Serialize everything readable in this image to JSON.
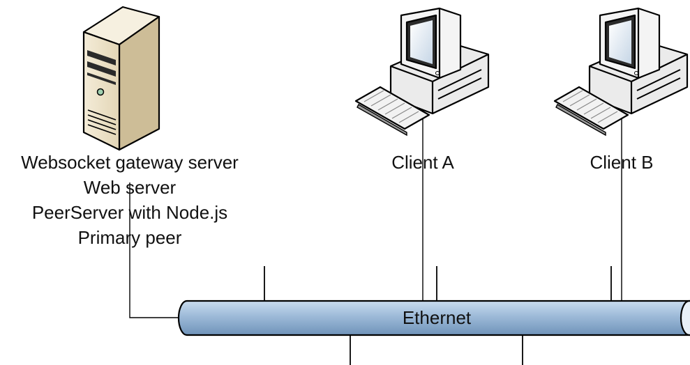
{
  "nodes": {
    "server": {
      "lines": [
        "Websocket gateway server",
        "Web server",
        "PeerServer with Node.js",
        "Primary peer"
      ],
      "icon": "server-tower-icon"
    },
    "client_a": {
      "label": "Client A",
      "icon": "desktop-computer-icon"
    },
    "client_b": {
      "label": "Client B",
      "icon": "desktop-computer-icon"
    }
  },
  "bus": {
    "label": "Ethernet",
    "color": "#9dbad8"
  },
  "colors": {
    "server_body": "#e9dfc6",
    "computer_body": "#f2f2f2",
    "screen": "#d7e3ee"
  }
}
